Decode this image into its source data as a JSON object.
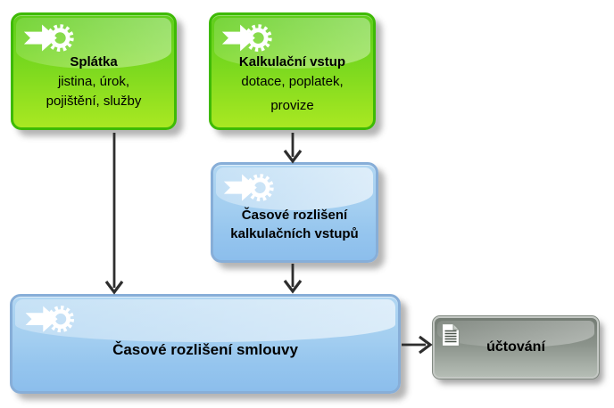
{
  "diagram": {
    "nodes": [
      {
        "id": "splatka",
        "kind": "input",
        "icon": "arrow-gear-icon",
        "title": "Splátka",
        "lines": [
          "jistina, úrok,",
          "pojištění, služby"
        ]
      },
      {
        "id": "kalkulacni-vstup",
        "kind": "input",
        "icon": "arrow-gear-icon",
        "title": "Kalkulační vstup",
        "lines": [
          "dotace, poplatek,",
          "provize"
        ]
      },
      {
        "id": "casove-rozliseni-kalkulacnich-vstupu",
        "kind": "process",
        "icon": "arrow-gear-icon",
        "title_lines": [
          "Časové rozlišení",
          "kalkulačních vstupů"
        ]
      },
      {
        "id": "casove-rozliseni-smlouvy",
        "kind": "process",
        "icon": "arrow-gear-icon",
        "title": "Časové rozlišení smlouvy"
      },
      {
        "id": "uctovani",
        "kind": "output",
        "icon": "document-icon",
        "title": "účtování"
      }
    ],
    "colors": {
      "green_border": "#3eba05",
      "green_top": "#5fcd1b",
      "green_bottom": "#a9e822",
      "blue_border": "#87aed8",
      "blue_top": "#b0d6f2",
      "blue_bottom": "#8cbeec",
      "gray_border": "#c4c8c4",
      "gray_top": "#747c74",
      "gray_bottom": "#b5bdb5",
      "arrow": "#2e2e2e",
      "background": "#ffffff"
    }
  }
}
